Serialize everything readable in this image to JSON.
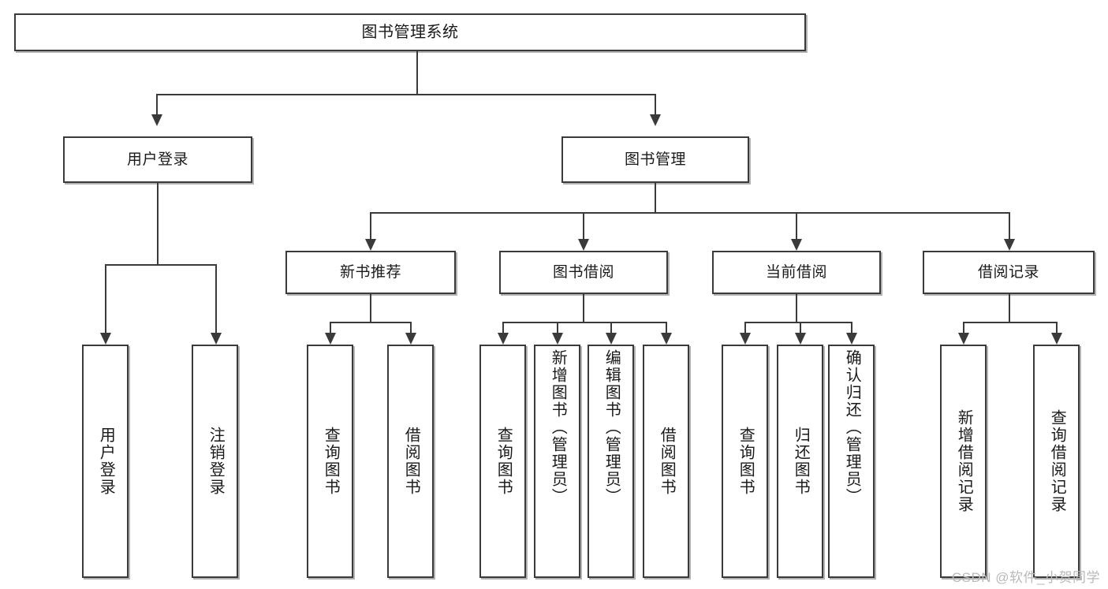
{
  "diagram": {
    "type": "tree",
    "title": "图书管理系统",
    "watermark": "CSDN @软件_小贺同学",
    "root": {
      "label": "图书管理系统"
    },
    "level1": [
      {
        "label": "用户登录"
      },
      {
        "label": "图书管理"
      }
    ],
    "level2": [
      {
        "label": "新书推荐"
      },
      {
        "label": "图书借阅"
      },
      {
        "label": "当前借阅"
      },
      {
        "label": "借阅记录"
      }
    ],
    "leaves": {
      "user_login": [
        {
          "label": "用户登录"
        },
        {
          "label": "注销登录"
        }
      ],
      "new_book": [
        {
          "label": "查询图书"
        },
        {
          "label": "借阅图书"
        }
      ],
      "borrow_book": [
        {
          "label": "查询图书"
        },
        {
          "label": "新增图书（管理员）"
        },
        {
          "label": "编辑图书（管理员）"
        },
        {
          "label": "借阅图书"
        }
      ],
      "current_borrow": [
        {
          "label": "查询图书"
        },
        {
          "label": "归还图书"
        },
        {
          "label": "确认归还（管理员）"
        }
      ],
      "borrow_record": [
        {
          "label": "新增借阅记录"
        },
        {
          "label": "查询借阅记录"
        }
      ]
    },
    "colors": {
      "border": "#3a3a3a",
      "background": "#ffffff",
      "text": "#1a1a1a",
      "watermark": "#b9b9b9"
    }
  }
}
